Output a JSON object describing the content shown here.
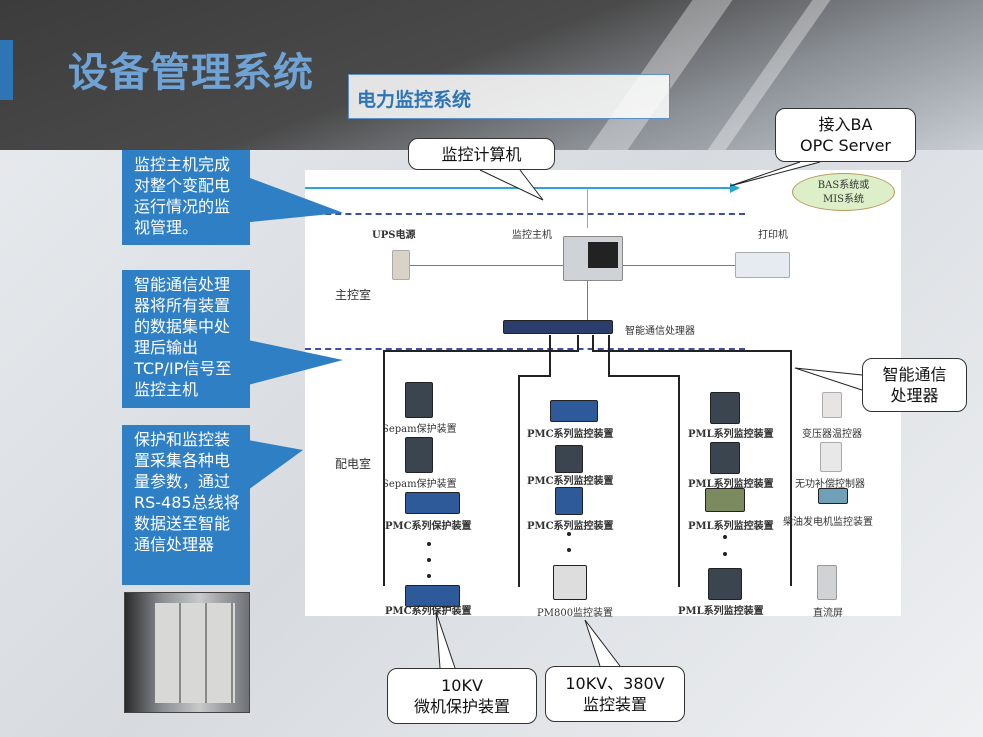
{
  "header": {
    "title": "设备管理系统",
    "subtitle": "电力监控系统"
  },
  "notes": [
    "监控主机完成对整个变配电运行情况的监视管理。",
    "智能通信处理器将所有装置的数据集中处理后输出TCP/IP信号至监控主机",
    "保护和监控装置采集各种电量参数，通过RS-485总线将数据送至智能通信处理器"
  ],
  "bubbles": {
    "computer": "监控计算机",
    "opc_line1": "接入BA",
    "opc_line2": "OPC Server",
    "processor_line1": "智能通信",
    "processor_line2": "处理器",
    "kv10_line1": "10KV",
    "kv10_line2": "微机保护装置",
    "kv380_line1": "10KV、380V",
    "kv380_line2": "监控装置"
  },
  "diagram": {
    "bas": "BAS系统或",
    "mis": "MIS系统",
    "ups": "UPS电源",
    "host": "监控主机",
    "printer": "打印机",
    "main_room": "主控室",
    "processor": "智能通信处理器",
    "dist_room": "配电室",
    "col1": [
      "Sepam保护装置",
      "Sepam保护装置",
      "PMC系列保护装置",
      "PMC系列保护装置"
    ],
    "col2": [
      "PMC系列监控装置",
      "PMC系列监控装置",
      "PMC系列监控装置",
      "PM800监控装置"
    ],
    "col3": [
      "PML系列监控装置",
      "PML系列监控装置",
      "PML系列监控装置",
      "PML系列监控装置"
    ],
    "col4": [
      "变压器温控器",
      "无功补偿控制器",
      "柴油发电机监控装置",
      "直流屏"
    ]
  },
  "colors": {
    "accent": "#2f7fc4",
    "title": "#6fa3d6",
    "network": "#2aa6d6"
  }
}
